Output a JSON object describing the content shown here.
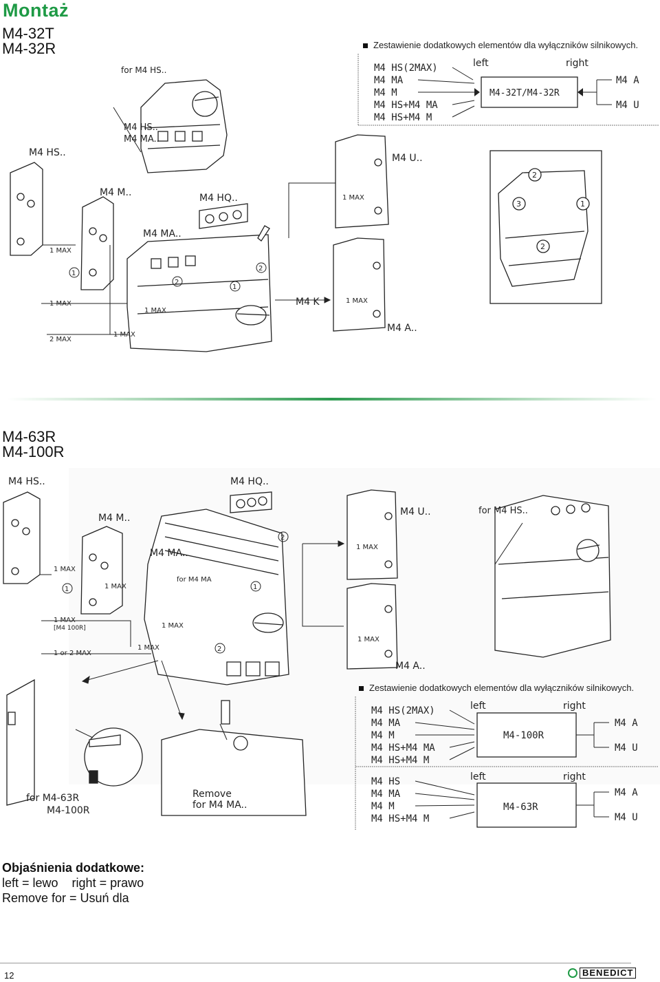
{
  "heading": "Montaż",
  "section1": {
    "models": [
      "M4-32T",
      "M4-32R"
    ],
    "note": "Zestawienie dodatkowych elementów dla wyłączników silnikowych.",
    "table": {
      "left_label": "left",
      "right_label": "right",
      "left_items": [
        "M4  HS(2MAX)",
        "M4  MA",
        "M4  M",
        "M4  HS+M4  MA",
        "M4  HS+M4  M"
      ],
      "center": "M4-32T/M4-32R",
      "right_items": [
        "M4  A",
        "M4  U"
      ]
    },
    "labels": {
      "for_hs": "for  M4  HS..",
      "hs_ma": "M4  HS..",
      "hs_ma2": "M4  MA..",
      "hs": "M4  HS..",
      "m": "M4  M..",
      "hq": "M4  HQ..",
      "ma": "M4  MA..",
      "u": "M4  U..",
      "a": "M4  A..",
      "k": "M4  K",
      "max1": "1 MAX",
      "max2": "2 MAX",
      "n1": "1",
      "n2": "2",
      "n3": "3"
    }
  },
  "section2": {
    "models": [
      "M4-63R",
      "M4-100R"
    ],
    "labels": {
      "hs": "M4  HS..",
      "hq": "M4  HQ..",
      "m": "M4  M..",
      "ma": "M4  MA..",
      "for_ma": "for  M4  MA",
      "u": "M4  U..",
      "for_hs": "for  M4  HS..",
      "a": "M4  A..",
      "max1": "1 MAX",
      "max1_100r": "[M4  100R]",
      "max_1or2": "1 or 2 MAX",
      "for_63r": "for  M4-63R",
      "for_100r": "M4-100R",
      "remove": "Remove",
      "remove_for": "for  M4  MA..",
      "n1": "1",
      "n2": "2"
    },
    "note": "Zestawienie dodatkowych elementów dla wyłączników silnikowych.",
    "table1": {
      "left_label": "left",
      "right_label": "right",
      "left_items": [
        "M4  HS(2MAX)",
        "M4  MA",
        "M4  M",
        "M4  HS+M4  MA",
        "M4  HS+M4  M"
      ],
      "center": "M4-100R",
      "right_items": [
        "M4  A",
        "M4  U"
      ]
    },
    "table2": {
      "left_label": "left",
      "right_label": "right",
      "left_items": [
        "M4  HS",
        "M4  MA",
        "M4  M",
        "M4  HS+M4  M"
      ],
      "center": "M4-63R",
      "right_items": [
        "M4  A",
        "M4  U"
      ]
    }
  },
  "explanations": {
    "title": "Objaśnienia dodatkowe:",
    "line1": "left = lewo    right = prawo",
    "line2": "Remove for = Usuń dla"
  },
  "footer": {
    "page": "12",
    "logo": "BENEDICT"
  },
  "colors": {
    "accent": "#1e9a45",
    "text": "#111111"
  }
}
